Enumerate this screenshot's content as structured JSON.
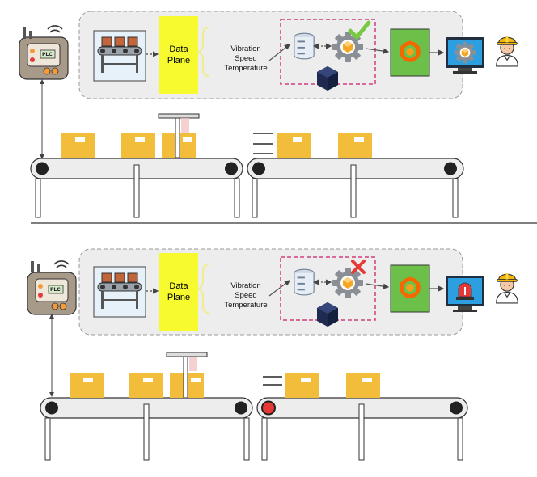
{
  "scenarios": [
    {
      "status": "normal",
      "data_plane_line1": "Data",
      "data_plane_line2": "Plane",
      "metrics": [
        "Vibration",
        "Speed",
        "Temperature"
      ],
      "plc_label": "PLC",
      "status_icon": "green-checkmark-icon",
      "monitor_icon": "gear-cube-icon",
      "indicator_light": "off"
    },
    {
      "status": "alert",
      "data_plane_line1": "Data",
      "data_plane_line2": "Plane",
      "metrics": [
        "Vibration",
        "Speed",
        "Temperature"
      ],
      "plc_label": "PLC",
      "status_icon": "red-x-icon",
      "monitor_icon": "alarm-siren-icon",
      "indicator_light": "red"
    }
  ],
  "colors": {
    "data_plane": "#f6fa2e",
    "dashboard": "#6cc04a",
    "box": "#f1bd3a",
    "monitor": "#2c9fe0",
    "dashed_border": "#d23f7f",
    "alert_red": "#e53935",
    "ok_green": "#7ac943"
  }
}
